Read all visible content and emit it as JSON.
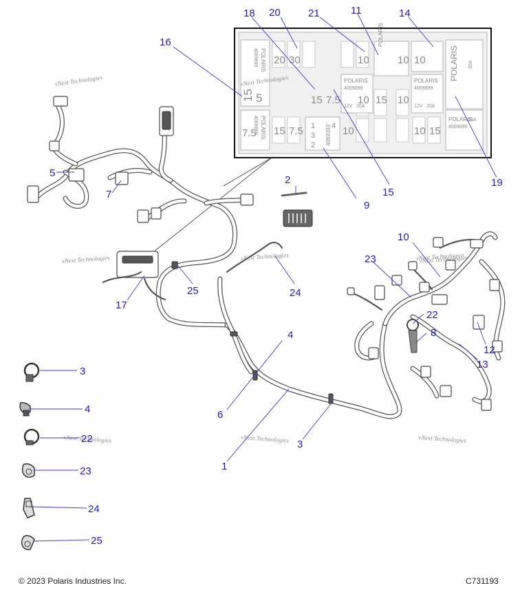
{
  "callouts": {
    "c1": "1",
    "c2": "2",
    "c3": "3",
    "c4": "4",
    "c5": "5",
    "c6": "6",
    "c7": "7",
    "c8": "8",
    "c9": "9",
    "c10": "10",
    "c11": "11",
    "c12": "12",
    "c13": "13",
    "c14": "14",
    "c15": "15",
    "c16": "16",
    "c17": "17",
    "c18": "18",
    "c19": "19",
    "c20": "20",
    "c21": "21",
    "c22": "22",
    "c23": "23",
    "c24": "24",
    "c25": "25",
    "clip3": "3",
    "clip4": "4",
    "clip22": "22",
    "clip23": "23",
    "clip24": "24",
    "clip25": "25"
  },
  "fuse_box": {
    "brand": "POLARIS",
    "part_a": "4069899",
    "part_b": "4069393",
    "part_c": "4069899",
    "rating_12v": "12V",
    "rating_20a": "20A",
    "rating_30a": "30A",
    "fuse_5": "5",
    "fuse_15": "15",
    "fuse_20": "20",
    "fuse_30": "30",
    "fuse_75": "7.5",
    "fuse_10": "10",
    "term_1": "1",
    "term_2": "2",
    "term_3": "3",
    "term_4": "4"
  },
  "watermarks": {
    "w1": "vNext Technologies",
    "w2": "vNext Technologies",
    "w3": "vNext Technologies",
    "w4": "vNext Technologies",
    "w5": "vNext Technologies",
    "w6": "vNext Technologies",
    "w7": "vNext Technologies",
    "w8": "vNext Technologies",
    "w9": "vNext Technologies"
  },
  "footer": {
    "copyright": "© 2023 Polaris Industries Inc.",
    "figure_code": "C731193"
  },
  "colors": {
    "callout": "#1a1acc",
    "line_art": "#555555"
  }
}
